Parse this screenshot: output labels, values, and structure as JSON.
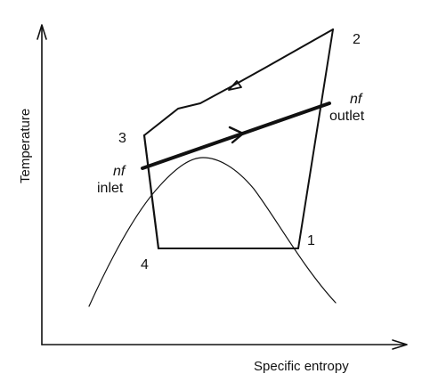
{
  "axes": {
    "x_label": "Specific entropy",
    "y_label": "Temperature"
  },
  "points": {
    "p1": "1",
    "p2": "2",
    "p3": "3",
    "p4": "4"
  },
  "nanofluid": {
    "inlet_italic": "nf",
    "inlet_text": "inlet",
    "outlet_italic": "nf",
    "outlet_text": "outlet"
  },
  "colors": {
    "stroke": "#111111",
    "background": "#ffffff"
  }
}
